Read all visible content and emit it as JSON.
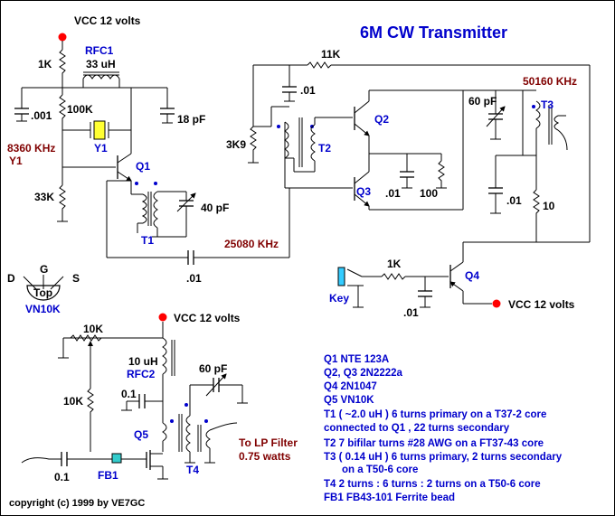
{
  "title": "6M  CW  Transmitter",
  "freq": {
    "out": "50160 KHz",
    "xtal": "8360 KHz",
    "xtal_ref": "Y1",
    "tripler": "25080 KHz"
  },
  "supply": {
    "top": "VCC  12 volts",
    "q4": "VCC  12 volts",
    "pa": "VCC  12 volts"
  },
  "labels": {
    "r1k_top": "1K",
    "rfc1": "RFC1",
    "rfc1_val": "33 uH",
    "c001": ".001",
    "r100k": "100K",
    "c18pf": "18 pF",
    "y1": "Y1",
    "q1": "Q1",
    "r33k": "33K",
    "c40pf": "40 pF",
    "t1": "T1",
    "c01_link": ".01",
    "r11k": "11K",
    "c01_t2": ".01",
    "r3k9": "3K9",
    "t2": "T2",
    "q2": "Q2",
    "q3": "Q3",
    "c01_emit": ".01",
    "r100": "100",
    "c60pf_t3": "60 pF",
    "t3": "T3",
    "c01_t3": ".01",
    "r10": "10",
    "r1k_key": "1K",
    "c01_key": ".01",
    "key": "Key",
    "q4": "Q4",
    "gate_d": "D",
    "gate_g": "G",
    "gate_s": "S",
    "top": "Top",
    "vn10k_pkg": "VN10K",
    "r10k_pot": "10K",
    "r10k": "10K",
    "l10uh": "10 uH",
    "rfc2": "RFC2",
    "c01_pa": "0.1",
    "c01_in": "0.1",
    "q5": "Q5",
    "fb1": "FB1",
    "c60pf_pa": "60 pF",
    "t4": "T4",
    "lp_filter": "To  LP Filter",
    "power": "0.75 watts"
  },
  "parts_list": [
    "Q1   NTE 123A",
    "Q2, Q3  2N2222a",
    "Q4   2N1047",
    "Q5   VN10K",
    "T1   ( ~2.0 uH ) 6 turns primary on a T37-2 core",
    "connected to Q1 , 22 turns secondary",
    "T2   7 bifilar turns #28 AWG on a FT37-43 core",
    "T3   ( 0.14 uH ) 6 turns primary, 2 turns secondary",
    "on a T50-6 core",
    "T4   2 turns : 6 turns : 2 turns on a T50-6 core",
    "FB1   FB43-101 Ferrite bead"
  ],
  "copyright": "copyright (c) 1999 by VE7GC",
  "colors": {
    "wire": "#000000",
    "label_blue": "#0000cc",
    "label_maroon": "#800000",
    "supply_dot": "#ff0000",
    "crystal": "#ffff33",
    "key": "#33ccff",
    "ferrite_bead": "#33cccc"
  }
}
